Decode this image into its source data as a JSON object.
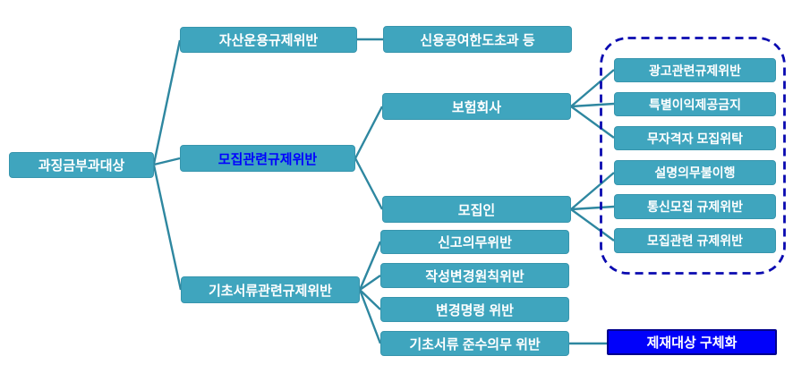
{
  "diagram": {
    "root": {
      "label": "과징금부과대상"
    },
    "branches": [
      {
        "label": "자산운용규제위반"
      },
      {
        "label": "모집관련규제위반"
      },
      {
        "label": "기초서류관련규제위반"
      }
    ],
    "credit": {
      "label": "신용공여한도초과 등"
    },
    "insurer": {
      "label": "보험회사"
    },
    "recruiter": {
      "label": "모집인"
    },
    "insurer_items": [
      {
        "label": "광고관련규제위반"
      },
      {
        "label": "특별이익제공금지"
      },
      {
        "label": "무자격자 모집위탁"
      }
    ],
    "recruiter_items": [
      {
        "label": "설명의무불이행"
      },
      {
        "label": "통신모집 규제위반"
      },
      {
        "label": "모집관련 규제위반"
      }
    ],
    "basedoc_items": [
      {
        "label": "신고의무위반"
      },
      {
        "label": "작성변경원칙위반"
      },
      {
        "label": "변경명령 위반"
      },
      {
        "label": "기초서류 준수의무 위반"
      }
    ],
    "result": {
      "label": "제재대상 구체화"
    }
  },
  "colors": {
    "node_fill": "#3fa5be",
    "node_border": "#3795ad",
    "node_text": "#ffffff",
    "connector": "#2e87a0",
    "highlight_text": "#0000ff",
    "group_border": "#0a0ab0",
    "result_fill": "#0101fa",
    "result_border": "#00008b"
  }
}
